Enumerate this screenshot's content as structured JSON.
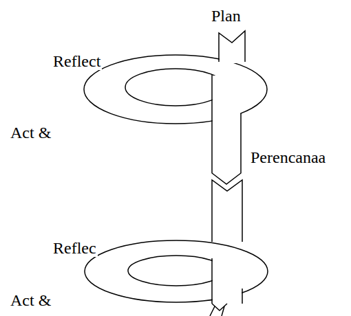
{
  "diagram": {
    "labels": [
      "Plan",
      "Reflect",
      "Act &",
      "Perencanaa",
      "Reflec",
      "Act &"
    ]
  }
}
